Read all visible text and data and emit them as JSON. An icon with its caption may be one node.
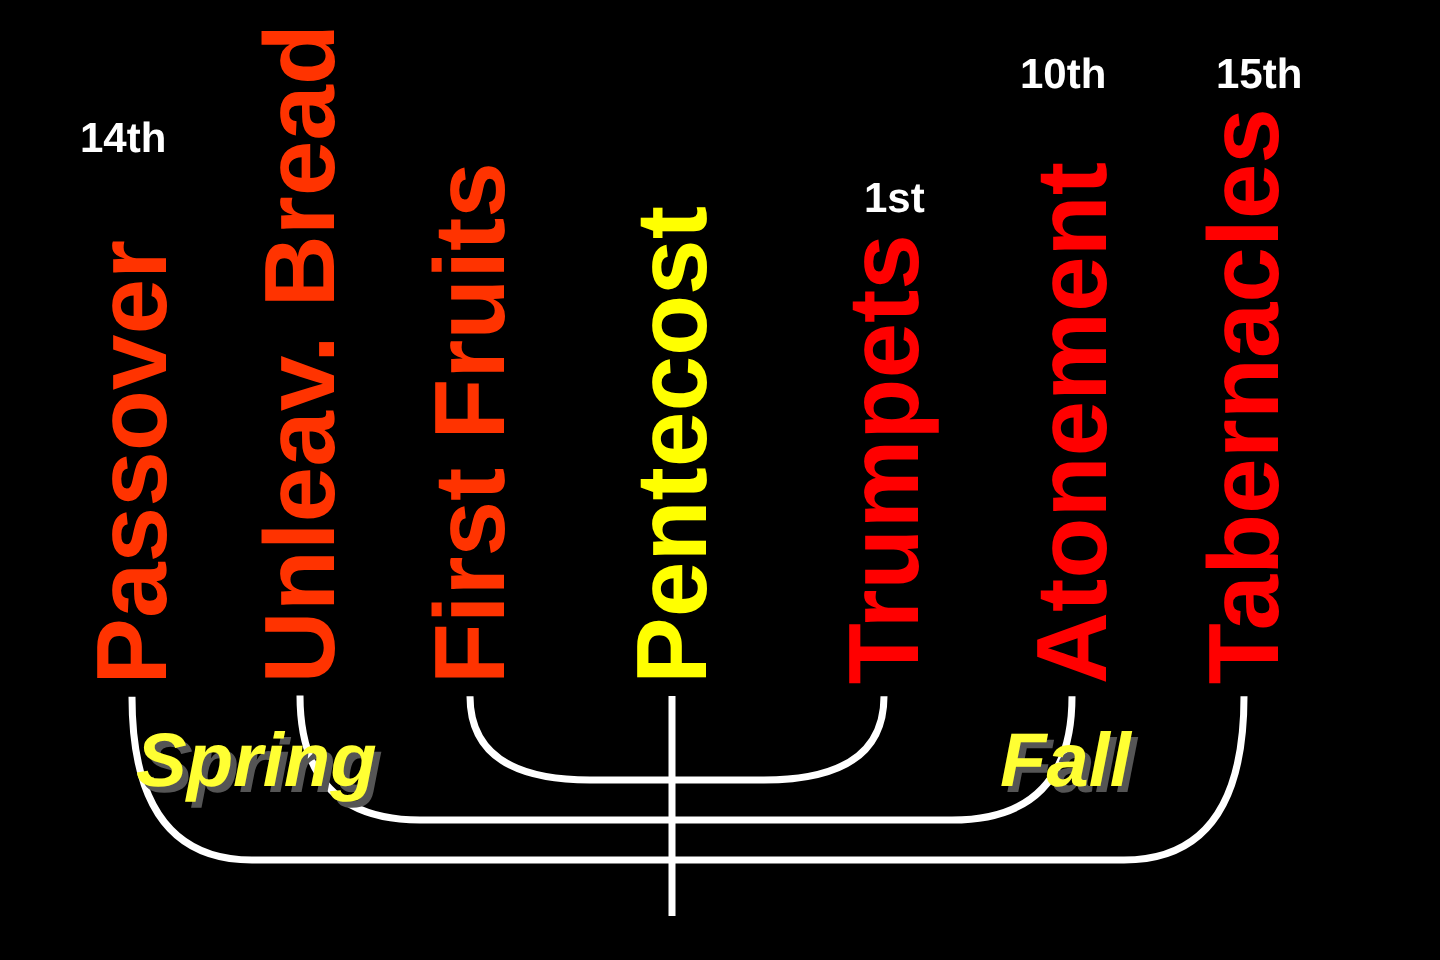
{
  "diagram": {
    "nodes": [
      {
        "text": [
          "Passover"
        ],
        "beside": [
          "14th"
        ]
      },
      {
        "text": [
          "Unleav. Bread"
        ]
      },
      {
        "text": [
          "First Fruits"
        ]
      },
      {
        "text": [
          "Pentecost"
        ]
      },
      {
        "text": [
          "Trumpets"
        ],
        "beside": [
          "1st"
        ]
      },
      {
        "text": [
          "Atonement"
        ],
        "beside": [
          "10th"
        ]
      },
      {
        "text": [
          "Tabernacles"
        ],
        "beside": [
          "15th"
        ]
      }
    ],
    "edges": [
      {
        "from": 0,
        "to": 6,
        "arrow": "none"
      },
      {
        "from": 1,
        "to": 5,
        "arrow": "none"
      },
      {
        "from": 2,
        "to": 4,
        "arrow": "none"
      },
      {
        "from": 3,
        "to": null,
        "arrow": "none"
      }
    ],
    "labels": [
      "Spring",
      "Fall"
    ]
  }
}
